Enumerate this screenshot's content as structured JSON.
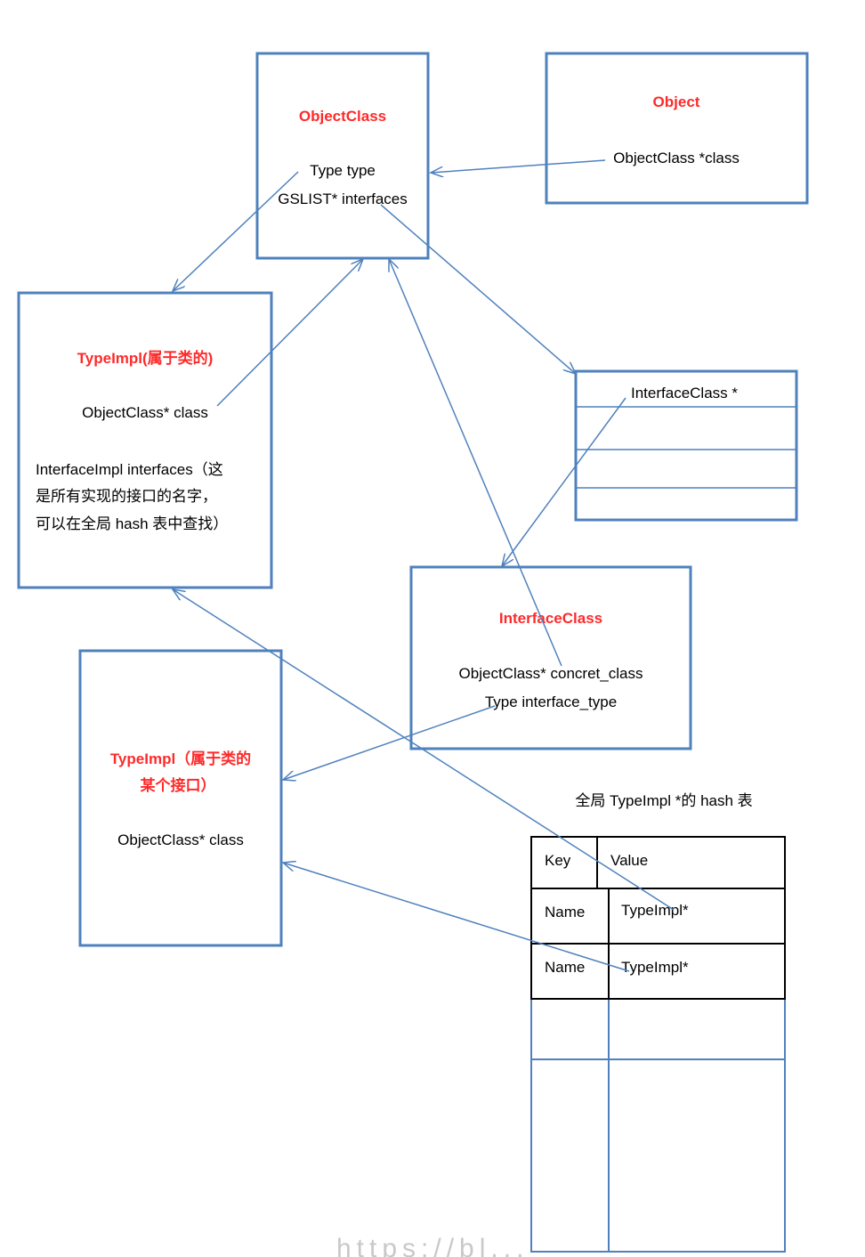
{
  "boxes": {
    "object_class": {
      "title": "ObjectClass",
      "lines": [
        "Type type",
        "GSLIST* interfaces"
      ]
    },
    "object": {
      "title": "Object",
      "lines": [
        "ObjectClass *class"
      ]
    },
    "typeimpl_class": {
      "title": "TypeImpl(属于类的)",
      "lines": [
        "ObjectClass* class",
        "InterfaceImpl interfaces（这",
        "是所有实现的接口的名字，",
        "可以在全局 hash 表中查找）"
      ]
    },
    "interface_list": {
      "header": "InterfaceClass *"
    },
    "interface_class": {
      "title": "InterfaceClass",
      "lines": [
        "ObjectClass* concret_class",
        "Type interface_type"
      ]
    },
    "typeimpl_interface": {
      "title_lines": [
        "TypeImpl（属于类的",
        "某个接口）"
      ],
      "lines": [
        "ObjectClass* class"
      ]
    }
  },
  "hash_table": {
    "caption": "全局 TypeImpl *的 hash 表",
    "headers": [
      "Key",
      "Value"
    ],
    "rows": [
      [
        "Name",
        "TypeImpl*"
      ],
      [
        "Name",
        "TypeImpl*"
      ]
    ]
  },
  "watermark": "https://bl..."
}
